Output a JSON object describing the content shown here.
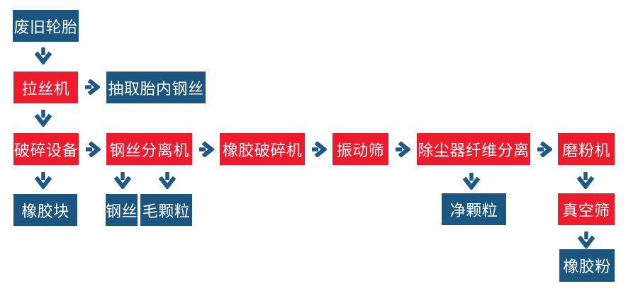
{
  "diagram": {
    "description_colors": {
      "process_box": "#ee1b2d",
      "material_box": "#1a5680",
      "arrow": "#1d5a87",
      "background": "#ffffff",
      "text": "#ffffff"
    },
    "nodes": {
      "waste_tires": {
        "label": "废旧轮胎",
        "type": "material"
      },
      "wire_drawing_machine": {
        "label": "拉丝机",
        "type": "process"
      },
      "extract_tire_steel_wire": {
        "label": "抽取胎内钢丝",
        "type": "material"
      },
      "crushing_equipment": {
        "label": "破碎设备",
        "type": "process"
      },
      "steel_wire_separator": {
        "label": "钢丝分离机",
        "type": "process"
      },
      "rubber_crusher": {
        "label": "橡胶破碎机",
        "type": "process"
      },
      "vibrating_screen": {
        "label": "振动筛",
        "type": "process"
      },
      "dust_collector_fiber_separation": {
        "label": "除尘器纤维分离",
        "type": "process"
      },
      "grinding_machine": {
        "label": "磨粉机",
        "type": "process"
      },
      "rubber_block": {
        "label": "橡胶块",
        "type": "material"
      },
      "steel_wire": {
        "label": "钢丝",
        "type": "material"
      },
      "rough_granules": {
        "label": "毛颗粒",
        "type": "material"
      },
      "clean_granules": {
        "label": "净颗粒",
        "type": "material"
      },
      "vacuum_screen": {
        "label": "真空筛",
        "type": "process"
      },
      "rubber_powder": {
        "label": "橡胶粉",
        "type": "material"
      }
    },
    "edges": [
      {
        "from": "waste_tires",
        "to": "wire_drawing_machine",
        "direction": "down"
      },
      {
        "from": "wire_drawing_machine",
        "to": "extract_tire_steel_wire",
        "direction": "right"
      },
      {
        "from": "wire_drawing_machine",
        "to": "crushing_equipment",
        "direction": "down"
      },
      {
        "from": "crushing_equipment",
        "to": "steel_wire_separator",
        "direction": "right"
      },
      {
        "from": "crushing_equipment",
        "to": "rubber_block",
        "direction": "down"
      },
      {
        "from": "steel_wire_separator",
        "to": "rubber_crusher",
        "direction": "right"
      },
      {
        "from": "steel_wire_separator",
        "to": "steel_wire",
        "direction": "down"
      },
      {
        "from": "steel_wire_separator",
        "to": "rough_granules",
        "direction": "down"
      },
      {
        "from": "rubber_crusher",
        "to": "vibrating_screen",
        "direction": "right"
      },
      {
        "from": "vibrating_screen",
        "to": "dust_collector_fiber_separation",
        "direction": "right"
      },
      {
        "from": "dust_collector_fiber_separation",
        "to": "grinding_machine",
        "direction": "right"
      },
      {
        "from": "dust_collector_fiber_separation",
        "to": "clean_granules",
        "direction": "down"
      },
      {
        "from": "grinding_machine",
        "to": "vacuum_screen",
        "direction": "down"
      },
      {
        "from": "vacuum_screen",
        "to": "rubber_powder",
        "direction": "down"
      }
    ]
  }
}
